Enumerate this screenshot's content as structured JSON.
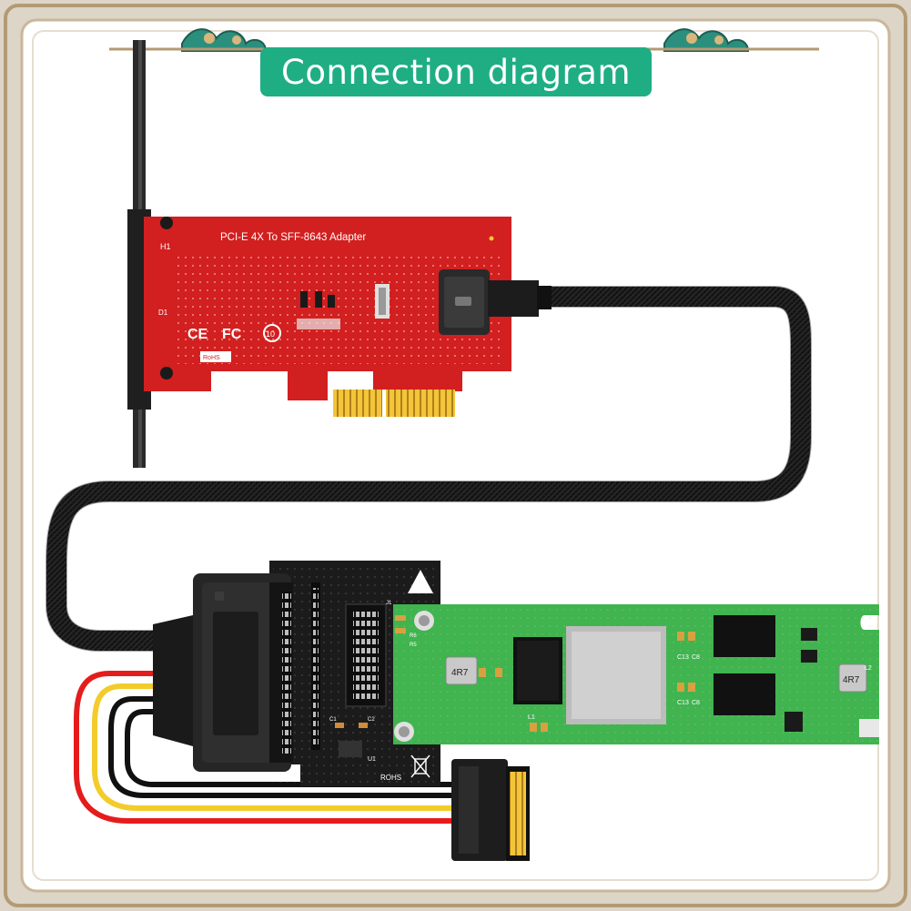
{
  "title": "Connection diagram",
  "colors": {
    "badge": "#1fae84",
    "frame_bg": "#dcd5c8",
    "frame_border": "#b49a74",
    "red_pcb": "#d21f1f",
    "green_pcb": "#3fb44f",
    "black_pcb": "#1b1b1b",
    "gold": "#f2c53a",
    "cable": "#222222",
    "wire_red": "#e51c1c",
    "wire_yellow": "#f2cc2a",
    "wire_black": "#111111"
  },
  "pcie_card": {
    "label": "PCI-E 4X To SFF-8643 Adapter",
    "h1": "H1",
    "d1": "D1",
    "ce": "CE",
    "fc": "FC",
    "ten": "10",
    "rohs": "RoHS"
  },
  "adapter_board": {
    "rohs": "ROHS",
    "u1": "U1",
    "c1": "C1",
    "c2": "C2",
    "j1": "J1"
  },
  "m2_drive": {
    "inductor_left": "4R7",
    "inductor_right": "4R7",
    "l1": "L1",
    "l2": "L2",
    "c13a": "C13",
    "c8a": "C8",
    "c13b": "C13",
    "c8b": "C8",
    "r6": "R6",
    "r5": "R5"
  },
  "icons": [
    "ornament-cloud-icon",
    "ce-mark-icon",
    "fcc-mark-icon",
    "recycle-bin-icon",
    "warning-triangle-icon"
  ]
}
